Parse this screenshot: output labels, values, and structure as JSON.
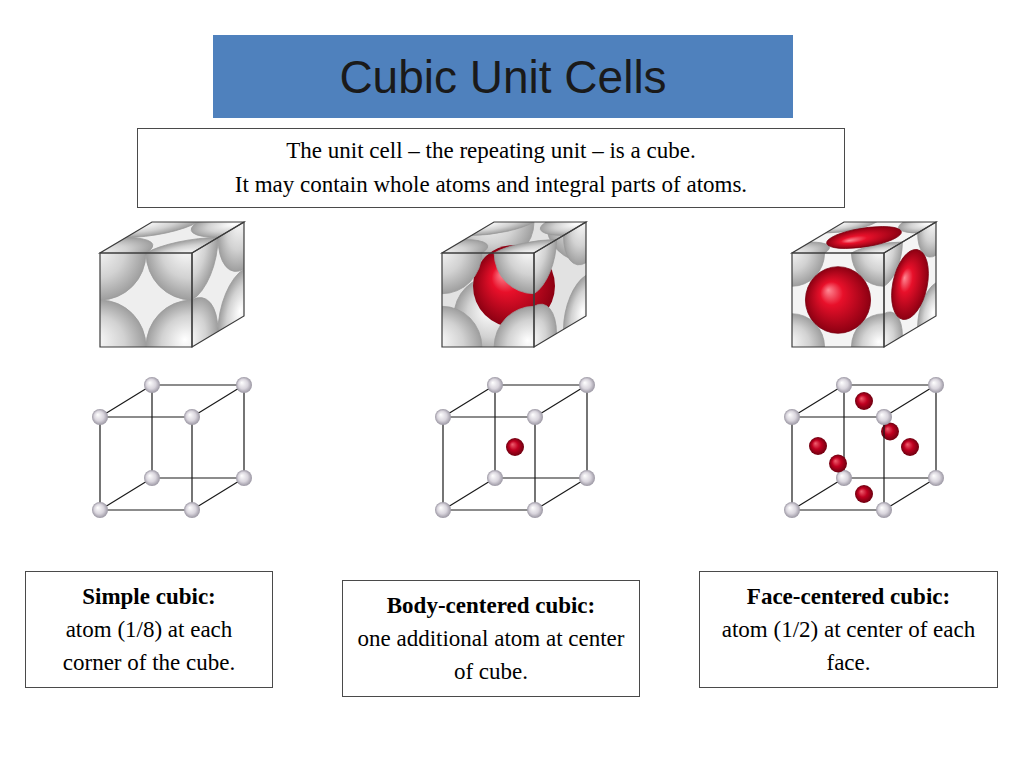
{
  "diagram": {
    "title": "Cubic Unit Cells",
    "nodes": [
      {
        "text": [
          "The unit cell – the repeating unit – is a cube.",
          "It may contain whole atoms and integral parts of atoms."
        ]
      },
      {
        "text": [
          "Simple cubic:",
          "atom (1/8) at each corner of the cube."
        ]
      },
      {
        "text": [
          "Body-centered cubic:",
          "one additional atom at center of cube."
        ]
      },
      {
        "text": [
          "Face-centered cubic:",
          "atom (1/2) at center of each face."
        ]
      }
    ]
  }
}
